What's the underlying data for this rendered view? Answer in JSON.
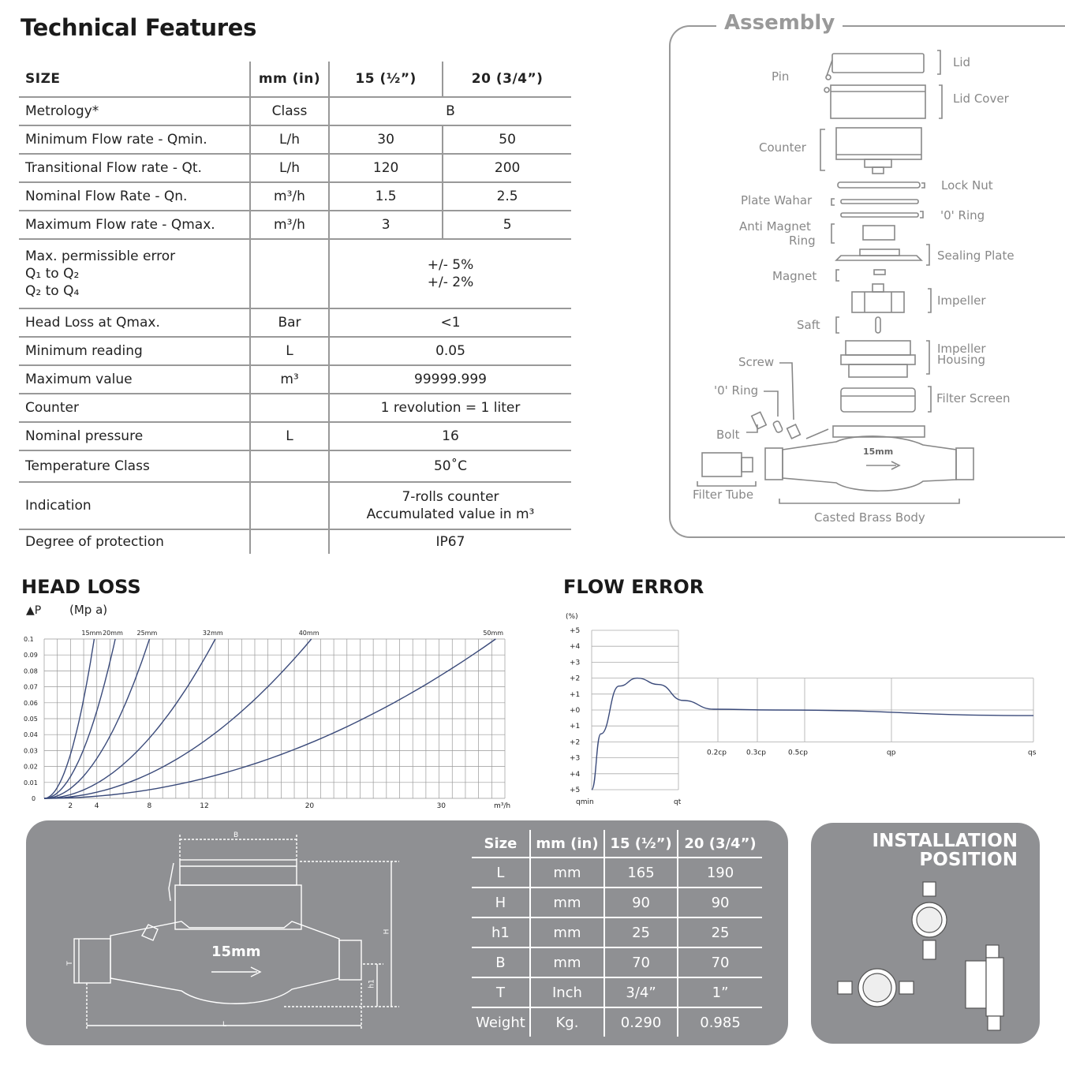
{
  "title": "Technical Features",
  "spec_table": {
    "headers": [
      "SIZE",
      "mm (in)",
      "15 (½”)",
      "20 (3/4”)"
    ],
    "rows": [
      {
        "label": "Metrology*",
        "unit": "Class",
        "v": "B"
      },
      {
        "label": "Minimum Flow rate - Qmin.",
        "unit": "L/h",
        "v1": "30",
        "v2": "50"
      },
      {
        "label": "Transitional Flow rate - Qt.",
        "unit": "L/h",
        "v1": "120",
        "v2": "200"
      },
      {
        "label": "Nominal Flow Rate - Qn.",
        "unit": "m³/h",
        "v1": "1.5",
        "v2": "2.5"
      },
      {
        "label": "Maximum Flow rate - Qmax.",
        "unit": "m³/h",
        "v1": "3",
        "v2": "5"
      },
      {
        "label_lines": [
          "Max. permissible error",
          "Q₁ to Q₂",
          "Q₂ to Q₄"
        ],
        "unit": "",
        "v_lines": [
          "+/- 5%",
          "+/- 2%"
        ]
      },
      {
        "label": "Head Loss at Qmax.",
        "unit": "Bar",
        "v": "<1"
      },
      {
        "label": "Minimum reading",
        "unit": "L",
        "v": "0.05"
      },
      {
        "label": "Maximum value",
        "unit": "m³",
        "v": "99999.999"
      },
      {
        "label": "Counter",
        "unit": "",
        "v": "1 revolution = 1 liter"
      },
      {
        "label": "Nominal pressure",
        "unit": "L",
        "v": "16"
      },
      {
        "label": "Temperature Class",
        "unit": "",
        "v": "50˚C"
      },
      {
        "label": "Indication",
        "unit": "",
        "v_lines": [
          "7-rolls counter",
          "Accumulated value in m³"
        ]
      },
      {
        "label": "Degree of protection",
        "unit": "",
        "v": "IP67"
      }
    ]
  },
  "assembly": {
    "title": "Assembly",
    "labels": {
      "lid": "Lid",
      "pin": "Pin",
      "lid_cover": "Lid Cover",
      "counter": "Counter",
      "lock_nut": "Lock Nut",
      "plate_wahar": "Plate Wahar",
      "o_ring_1": "'0' Ring",
      "anti_magnet_1": "Anti Magnet",
      "anti_magnet_2": "Ring",
      "sealing_plate": "Sealing Plate",
      "magnet": "Magnet",
      "impeller": "Impeller",
      "saft": "Saft",
      "impeller_housing_1": "Impeller",
      "impeller_housing_2": "Housing",
      "screw": "Screw",
      "o_ring_2": "'0' Ring",
      "filter_screen": "Filter Screen",
      "bolt": "Bolt",
      "filter_tube": "Filter Tube",
      "casted_brass_body": "Casted Brass Body",
      "body_size": "15mm"
    }
  },
  "head_loss": {
    "title": "HEAD LOSS",
    "delta_p": "▲P",
    "unit": "(Mp a)",
    "x_unit": "m³/h",
    "chart_data": {
      "type": "line",
      "x_ticks": [
        0,
        2,
        4,
        8,
        12,
        20,
        30
      ],
      "y_ticks": [
        "0",
        "0.01",
        "0.02",
        "0.03",
        "0.04",
        "0.05",
        "0.06",
        "0.07",
        "0.08",
        "0.09",
        "0.1"
      ],
      "xlim": [
        0,
        35
      ],
      "ylim": [
        0,
        0.1
      ],
      "series": [
        {
          "name": "15mm",
          "x_at_max": 3.8
        },
        {
          "name": "20mm",
          "x_at_max": 5.4
        },
        {
          "name": "25mm",
          "x_at_max": 8.0
        },
        {
          "name": "32mm",
          "x_at_max": 13.0
        },
        {
          "name": "40mm",
          "x_at_max": 20.3
        },
        {
          "name": "50mm",
          "x_at_max": 34.3
        }
      ]
    }
  },
  "flow_error": {
    "title": "FLOW ERROR",
    "chart_data": {
      "type": "line",
      "y_unit": "(%)",
      "y_ticks": [
        "+5",
        "+4",
        "+3",
        "+2",
        "+1",
        "+0",
        "+1",
        "+2",
        "+3",
        "+4",
        "+5"
      ],
      "x_labels_bottom": [
        "qmin",
        "qt"
      ],
      "x_labels_mid": [
        "0.2cp",
        "0.3cp",
        "0.5cp",
        "qp",
        "qs"
      ],
      "ylim": [
        -5,
        5
      ],
      "points": [
        [
          0,
          -5
        ],
        [
          0.3,
          -1.5
        ],
        [
          0.9,
          1.5
        ],
        [
          1.5,
          2.0
        ],
        [
          2.2,
          1.6
        ],
        [
          3.0,
          0.6
        ],
        [
          4.0,
          0.05
        ],
        [
          6.0,
          0.0
        ],
        [
          14.5,
          -0.35
        ]
      ]
    }
  },
  "dimensions": {
    "body_size": "15mm",
    "dim_labels": {
      "b": "B",
      "h": "H",
      "h1": "h1",
      "t": "T",
      "l": "L"
    },
    "headers": [
      "Size",
      "mm (in)",
      "15 (½”)",
      "20 (3/4”)"
    ],
    "rows": [
      [
        "L",
        "mm",
        "165",
        "190"
      ],
      [
        "H",
        "mm",
        "90",
        "90"
      ],
      [
        "h1",
        "mm",
        "25",
        "25"
      ],
      [
        "B",
        "mm",
        "70",
        "70"
      ],
      [
        "T",
        "Inch",
        "3/4”",
        "1”"
      ],
      [
        "Weight",
        "Kg.",
        "0.290",
        "0.985"
      ]
    ]
  },
  "installation": {
    "title_line1": "INSTALLATION",
    "title_line2": "POSITION"
  },
  "colors": {
    "curve": "#3a4a7a",
    "panel": "#8f9093",
    "line_gray": "#999999"
  }
}
